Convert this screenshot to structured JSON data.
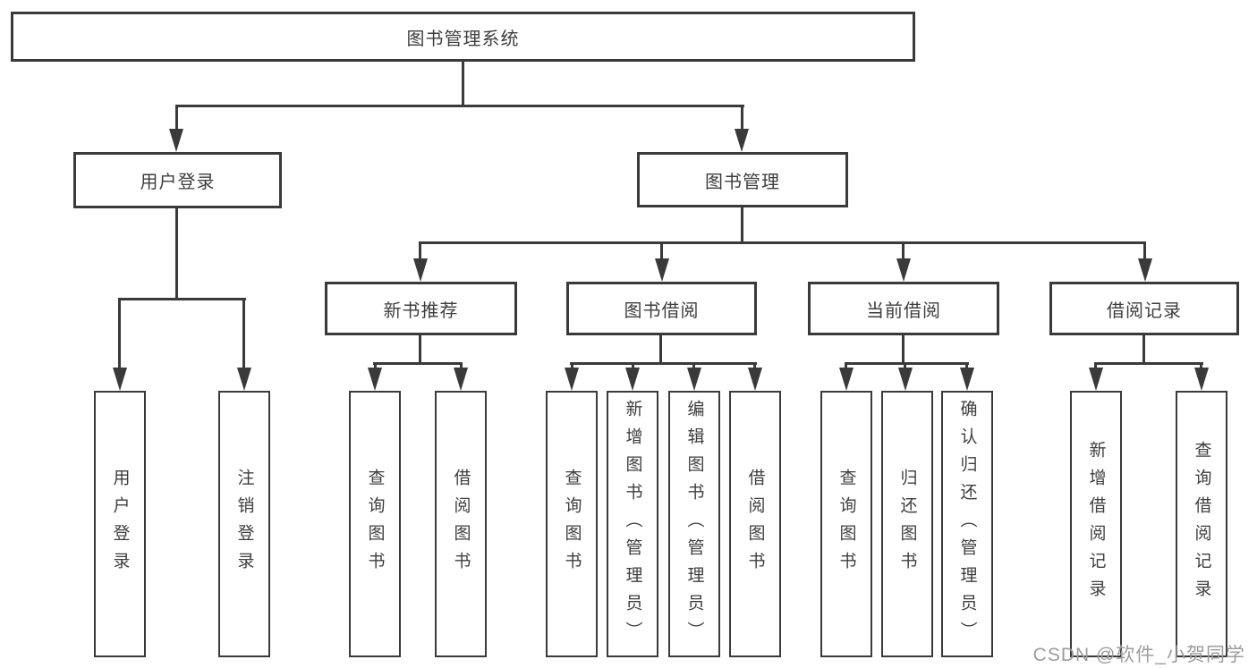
{
  "diagram": {
    "root": {
      "label": "图书管理系统"
    },
    "branches": [
      {
        "label": "用户登录",
        "children": [
          {
            "label": "用户登录"
          },
          {
            "label": "注销登录"
          }
        ]
      },
      {
        "label": "图书管理",
        "children": [
          {
            "label": "新书推荐",
            "children": [
              {
                "label": "查询图书"
              },
              {
                "label": "借阅图书"
              }
            ]
          },
          {
            "label": "图书借阅",
            "children": [
              {
                "label": "查询图书"
              },
              {
                "label": "新增图书（管理员）"
              },
              {
                "label": "编辑图书（管理员）"
              },
              {
                "label": "借阅图书"
              }
            ]
          },
          {
            "label": "当前借阅",
            "children": [
              {
                "label": "查询图书"
              },
              {
                "label": "归还图书"
              },
              {
                "label": "确认归还（管理员）"
              }
            ]
          },
          {
            "label": "借阅记录",
            "children": [
              {
                "label": "新增借阅记录"
              },
              {
                "label": "查询借阅记录"
              }
            ]
          }
        ]
      }
    ]
  },
  "watermark": {
    "text": "CSDN @软件_小贺同学"
  },
  "colors": {
    "line": "#3a3a3a",
    "text": "#3e3e3e",
    "watermark": "#9c9c9c",
    "box_fill": "#ffffff"
  }
}
